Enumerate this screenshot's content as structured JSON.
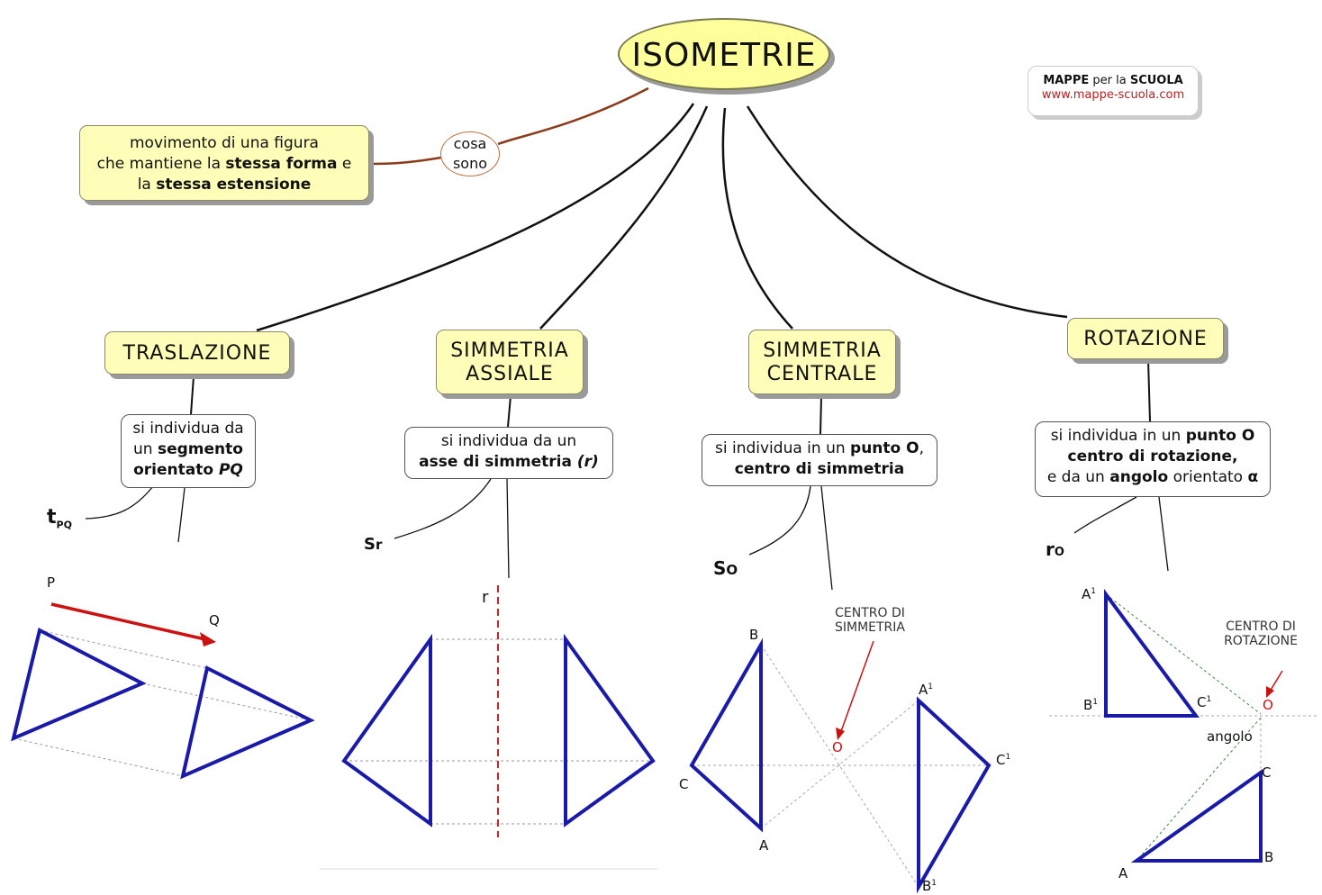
{
  "title": "ISOMETRIE",
  "definition": {
    "line1": "movimento di una figura",
    "line2_pre": "che mantiene la ",
    "line2_bold": "stessa forma",
    "line2_post": " e",
    "line3_pre": "la ",
    "line3_bold": "stessa estensione"
  },
  "link_label": {
    "line1": "cosa",
    "line2": "sono"
  },
  "brand": {
    "name_bold1": "MAPPE",
    "name_mid": " per la ",
    "name_bold2": "SCUOLA",
    "url": "www.mappe-scuola.com"
  },
  "branches": [
    {
      "title_lines": [
        "TRASLAZIONE"
      ],
      "desc": {
        "line1": "si individua da",
        "line2_pre": "un ",
        "line2_bold": "segmento",
        "line3_bold": "orientato ",
        "line3_italic": "PQ"
      },
      "symbol": "t",
      "symbol_sub": "PQ",
      "figure_labels": {
        "p": "P",
        "q": "Q"
      }
    },
    {
      "title_lines": [
        "SIMMETRIA",
        "ASSIALE"
      ],
      "desc": {
        "line1": "si individua da un",
        "line2_bold": "asse di simmetria ",
        "line2_italic": "(r)"
      },
      "symbol": "S",
      "symbol_sub": "r",
      "figure_labels": {
        "axis": "r"
      }
    },
    {
      "title_lines": [
        "SIMMETRIA",
        "CENTRALE"
      ],
      "desc": {
        "line1_pre": "si individua in un ",
        "line1_bold": "punto O",
        "line1_post": ",",
        "line2_bold": "centro di simmetria"
      },
      "symbol": "S",
      "symbol_sub": "O",
      "figure_labels": {
        "center_caption": [
          "CENTRO DI",
          "SIMMETRIA"
        ],
        "o": "O",
        "a": "A",
        "b": "B",
        "c": "C",
        "a1": "A",
        "b1": "B",
        "c1": "C",
        "sup": "1"
      }
    },
    {
      "title_lines": [
        "ROTAZIONE"
      ],
      "desc": {
        "line1_pre": "si individua in un ",
        "line1_bold": "punto O",
        "line2_bold": "centro di rotazione,",
        "line3_pre": "e da un ",
        "line3_bold": "angolo",
        "line3_post": " orientato ",
        "line3_alpha": "α"
      },
      "symbol": "r",
      "symbol_sub": "O",
      "figure_labels": {
        "center_caption": [
          "CENTRO DI",
          "ROTAZIONE"
        ],
        "o": "O",
        "angle": "angolo",
        "a": "A",
        "b": "B",
        "c": "C",
        "a1": "A",
        "b1": "B",
        "c1": "C",
        "sup": "1"
      }
    }
  ],
  "colors": {
    "node_fill": "#fefeb8",
    "edge": "#111111",
    "def_edge": "#8b3a1a",
    "shape": "#1a1aa8",
    "arrow": "#cc1111",
    "axis": "#cc2222"
  }
}
